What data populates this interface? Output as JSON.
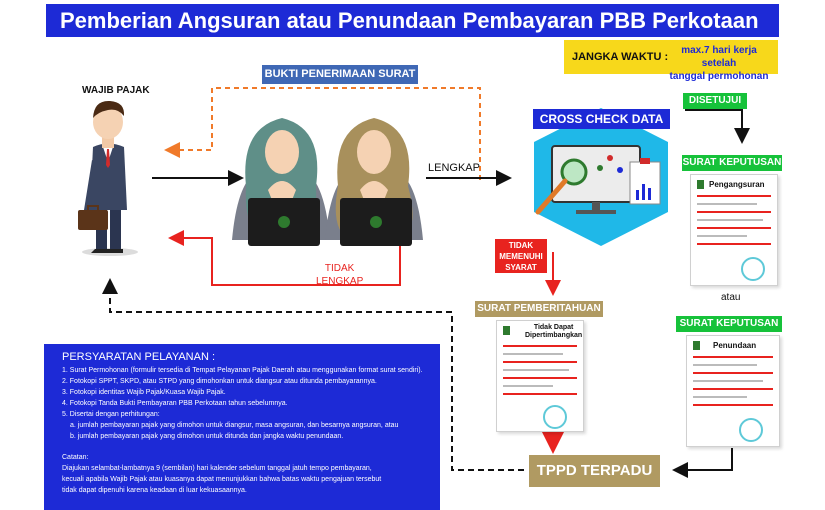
{
  "title": "Pemberian Angsuran atau Penundaan Pembayaran PBB Perkotaan",
  "jangka_waktu": {
    "label": "JANGKA WAKTU :",
    "value_line1": "max.7 hari kerja setelah",
    "value_line2": "tanggal permohonan"
  },
  "wajib_pajak_label": "WAJIB PAJAK",
  "bukti_label": "BUKTI PENERIMAAN SURAT",
  "lengkap_label": "LENGKAP",
  "tidak_lengkap": {
    "line1": "TIDAK",
    "line2": "LENGKAP"
  },
  "cross_check_label": "CROSS CHECK DATA",
  "disetujui_label": "DISETUJUI",
  "tidak_memenuhi": {
    "line1": "TIDAK",
    "line2": "MEMENUHI",
    "line3": "SYARAT"
  },
  "surat_keputusan_1": {
    "label": "SURAT KEPUTUSAN",
    "doc_title": "Pengangsuran"
  },
  "atau_label": "atau",
  "surat_keputusan_2": {
    "label": "SURAT KEPUTUSAN",
    "doc_title": "Penundaan"
  },
  "surat_pemberitahuan": {
    "label": "SURAT PEMBERITAHUAN",
    "doc_title_1": "Tidak Dapat",
    "doc_title_2": "Dipertimbangkan"
  },
  "tppd_label": "TPPD TERPADU",
  "persyaratan": {
    "heading": "PERSYARATAN PELAYANAN :",
    "items": [
      "1. Surat Permohonan (formulir tersedia di Tempat Pelayanan Pajak Daerah atau menggunakan format surat sendiri).",
      "2. Fotokopi SPPT, SKPD, atau STPD yang dimohonkan untuk diangsur atau ditunda pembayarannya.",
      "3. Fotokopi identitas Wajib Pajak/Kuasa Wajib Pajak.",
      "4. Fotokopi Tanda Bukti Pembayaran PBB Perkotaan tahun sebelumnya.",
      "5. Disertai dengan perhitungan:"
    ],
    "sub_items": [
      "a. jumlah pembayaran pajak yang dimohon untuk diangsur, masa angsuran, dan besarnya angsuran, atau",
      "b. jumlah pembayaran pajak yang dimohon untuk ditunda dan jangka waktu penundaan."
    ],
    "catatan_label": "Catatan:",
    "catatan_lines": [
      "Diajukan selambat-lambatnya 9 (sembilan) hari kalender sebelum tanggal jatuh tempo pembayaran,",
      "kecuali apabila Wajib Pajak atau kuasanya dapat menunjukkan bahwa batas waktu pengajuan tersebut",
      "tidak dapat dipenuhi karena keadaan di luar kekuasaannya."
    ]
  },
  "colors": {
    "blue": "#1d2ad6",
    "green": "#16c23a",
    "red": "#e8231f",
    "gold": "#b09a62",
    "yellow": "#f7d81b",
    "orange": "#f07a2a"
  }
}
